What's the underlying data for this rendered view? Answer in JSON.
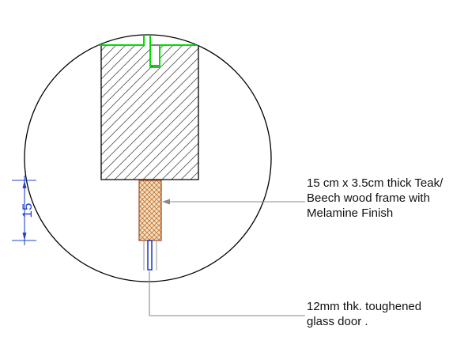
{
  "annotations": {
    "frame": {
      "lines": [
        "15 cm x 3.5cm thick Teak/",
        "Beech wood frame with",
        "Melamine Finish"
      ]
    },
    "glass": {
      "lines": [
        "12mm thk. toughened",
        "glass door ."
      ]
    }
  },
  "dimension": {
    "value": "15"
  },
  "colors": {
    "outline": "#000000",
    "wall_line": "#00dd00",
    "frame_hatch": "#c07838",
    "frame_fill": "#f8e2c4",
    "glass": "#2233cc",
    "dimension": "#2244cc",
    "leader": "#888888"
  }
}
